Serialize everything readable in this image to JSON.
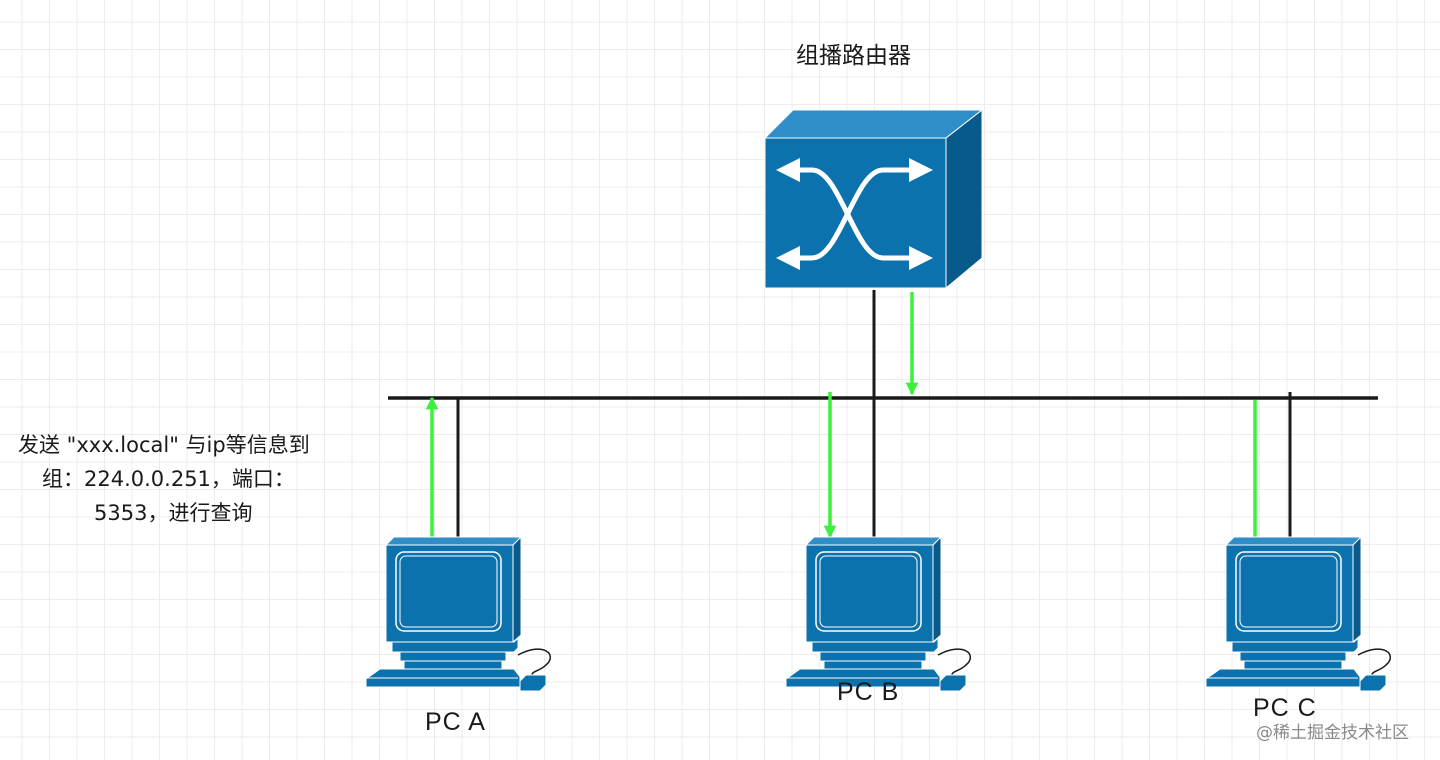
{
  "router": {
    "label": "组播路由器",
    "icon": "multicast-router-icon",
    "color": "#0b72ad"
  },
  "computers": [
    {
      "id": "a",
      "label": "PC  A",
      "icon": "desktop-computer-icon"
    },
    {
      "id": "b",
      "label": "PC  B",
      "icon": "desktop-computer-icon"
    },
    {
      "id": "c",
      "label": "PC  C",
      "icon": "desktop-computer-icon"
    }
  ],
  "note": [
    "发送 \"xxx.local\" 与ip等信息到",
    "组：224.0.0.251，端口：",
    "5353，进行查询"
  ],
  "watermark": "@稀土掘金技术社区",
  "colors": {
    "link": "#1a1a1a",
    "flow_arrow": "#3cf03c",
    "device": "#0b72ad",
    "device_dark": "#075a89"
  }
}
